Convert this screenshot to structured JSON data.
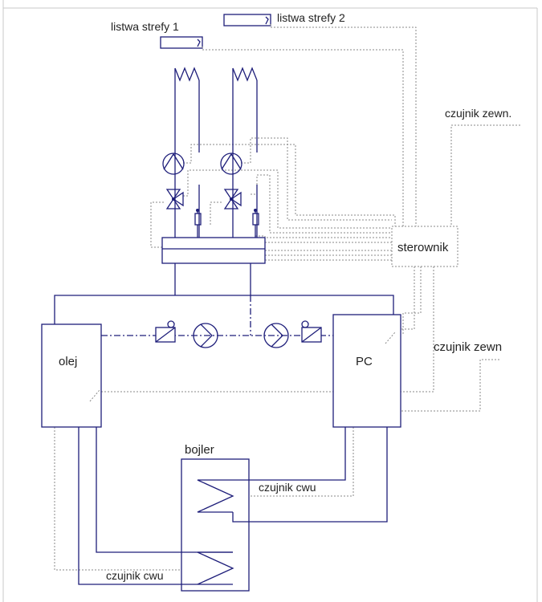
{
  "labels": {
    "zone1_strip": "listwa strefy 1",
    "zone2_strip": "listwa strefy 2",
    "outdoor_sensor_top": "czujnik zewn.",
    "controller": "sterownik",
    "outdoor_sensor_mid": "czujnik zewn",
    "oil_boiler": "olej",
    "heat_pump": "PC",
    "dhw_tank": "bojler",
    "dhw_sensor_upper": "czujnik cwu",
    "dhw_sensor_lower": "czujnik cwu"
  },
  "colors": {
    "pipe": "#1e1e7a",
    "control_wire": "#8a8a8a",
    "frame": "#c8c8c8",
    "text": "#222222"
  }
}
